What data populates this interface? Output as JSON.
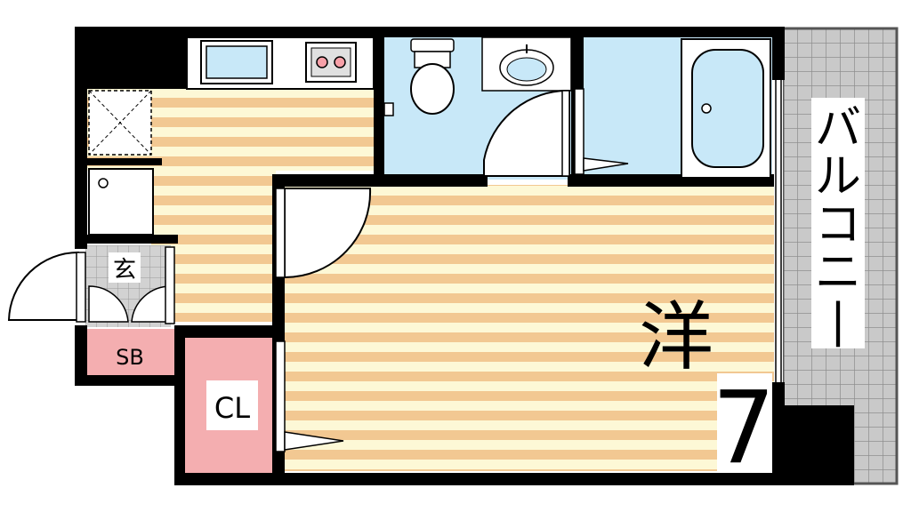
{
  "floorplan": {
    "rooms": {
      "western": {
        "label": "洋",
        "size": "7"
      },
      "closet": {
        "label": "CL"
      },
      "entrance": {
        "label": "玄"
      },
      "shoe_box": {
        "label": "SB"
      },
      "balcony": {
        "label": "バルコニー"
      }
    },
    "colors": {
      "wall": "#000000",
      "floor_stripe_a": "#f2c892",
      "floor_stripe_b": "#fdf8d6",
      "wet_area": "#c8e8f8",
      "closet": "#f4aeb0",
      "balcony_grid": "#a9a9a9",
      "balcony_bg": "#c9c9c9"
    },
    "icons": [
      "sink-icon",
      "stove-icon",
      "toilet-icon",
      "washbasin-icon",
      "bathtub-icon",
      "washing-machine-icon",
      "refrigerator-icon"
    ]
  }
}
